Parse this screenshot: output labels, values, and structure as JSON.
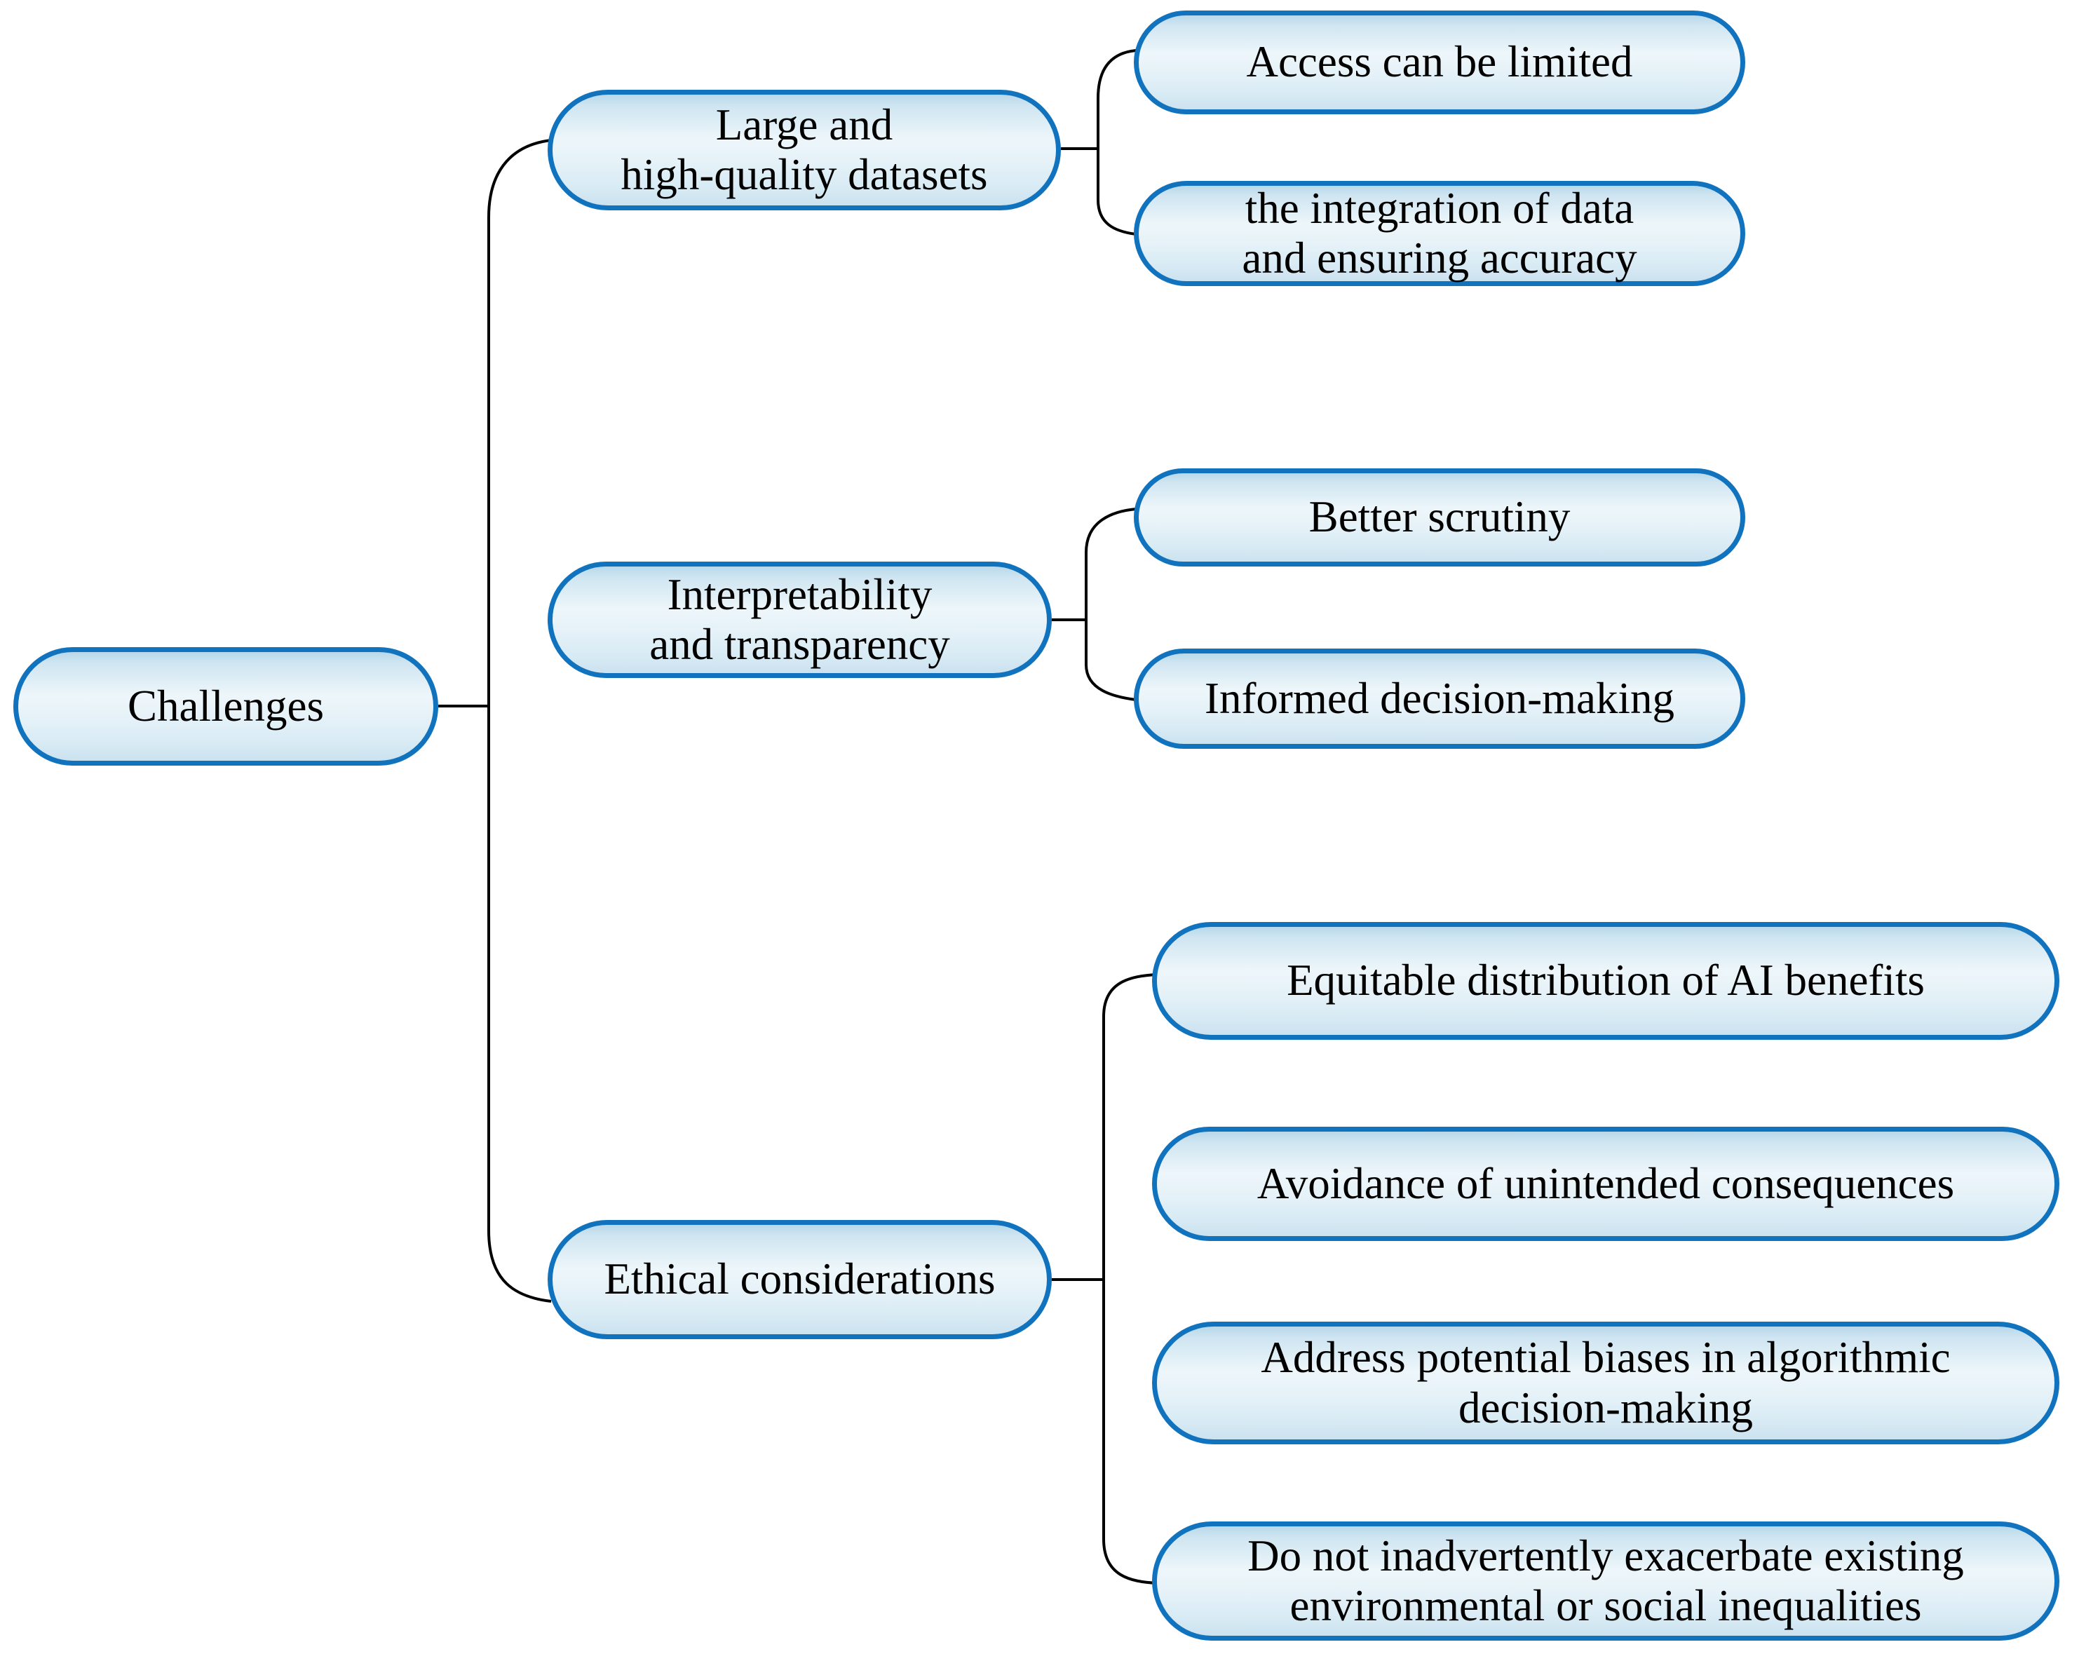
{
  "diagram": {
    "type": "horizontal-hierarchy-mindmap",
    "root": {
      "label": "Challenges"
    },
    "branches": [
      {
        "label": "Large and\nhigh-quality datasets",
        "children": [
          {
            "label": "Access can be limited"
          },
          {
            "label": "the integration of data\nand ensuring accuracy"
          }
        ]
      },
      {
        "label": "Interpretability\nand transparency",
        "children": [
          {
            "label": "Better scrutiny"
          },
          {
            "label": "Informed decision-making"
          }
        ]
      },
      {
        "label": "Ethical considerations",
        "children": [
          {
            "label": "Equitable distribution of AI benefits"
          },
          {
            "label": "Avoidance of unintended consequences"
          },
          {
            "label": "Address potential biases in algorithmic\ndecision-making"
          },
          {
            "label": "Do not inadvertently exacerbate existing\nenvironmental or social inequalities"
          }
        ]
      }
    ],
    "colors": {
      "node_border": "#1173bd",
      "node_fill_top": "#b7d8ea",
      "node_fill_middle": "#edf6fa",
      "node_fill_bottom": "#cbe2ef",
      "connector": "#000000",
      "text": "#000000",
      "background": "#ffffff"
    }
  }
}
